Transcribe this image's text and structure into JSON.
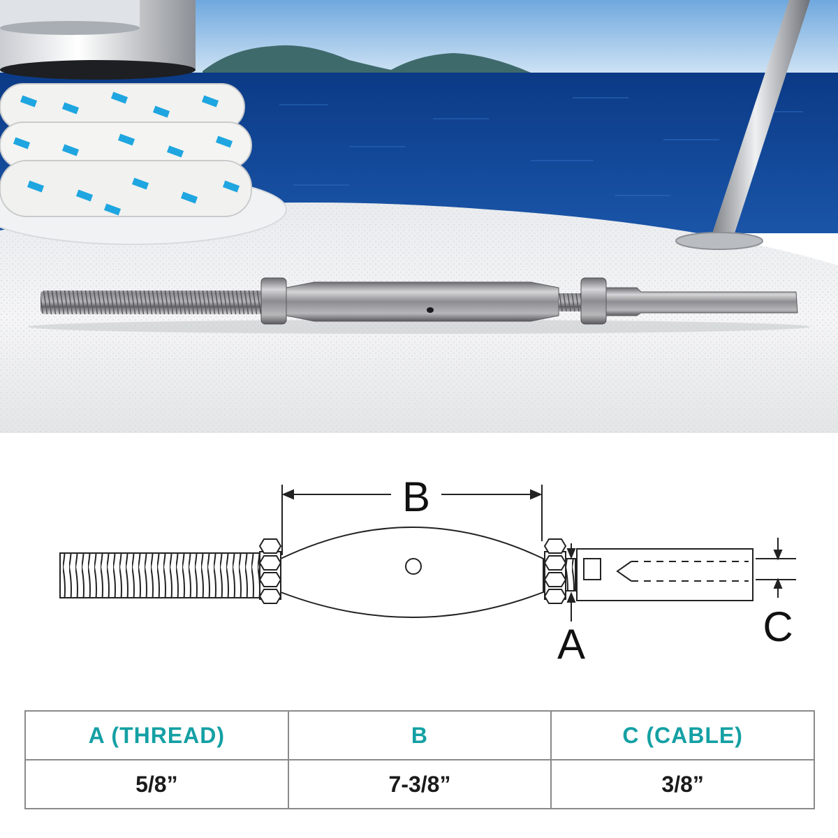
{
  "diagram": {
    "label_b": "B",
    "label_a": "A",
    "label_c": "C"
  },
  "table": {
    "headers": [
      "A (THREAD)",
      "B",
      "C (CABLE)"
    ],
    "values": [
      "5/8”",
      "7-3/8”",
      "3/8”"
    ]
  },
  "colors": {
    "header_text": "#14a0a4",
    "sea": "#0f3f8a",
    "sky": "#9ec8ec",
    "rope_accent": "#1fa6e0"
  }
}
